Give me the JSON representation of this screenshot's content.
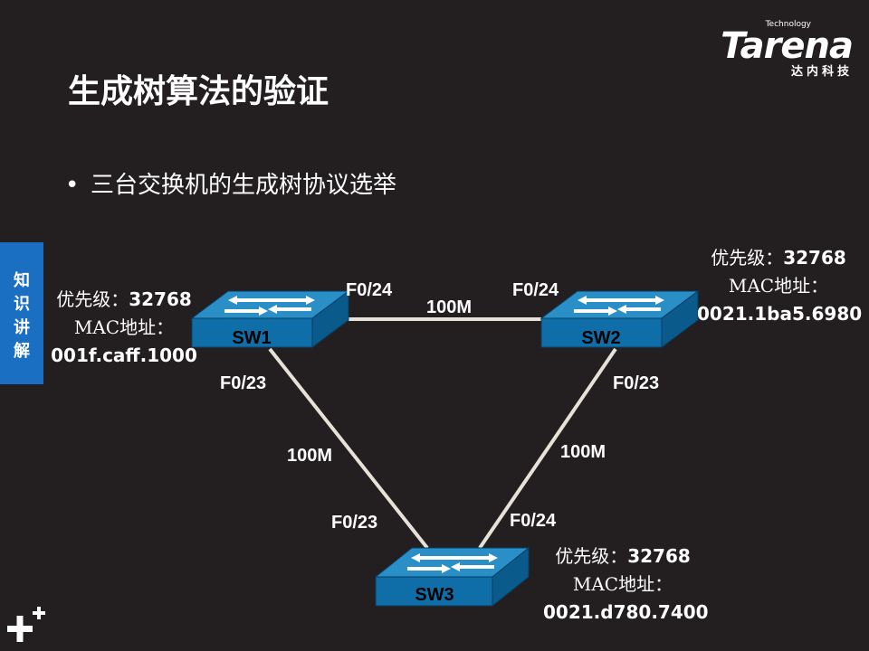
{
  "title": "生成树算法的验证",
  "bullet": "三台交换机的生成树协议选举",
  "side_tab": "知识讲解",
  "logo": {
    "brand": "Tarena",
    "tagline": "Technology",
    "cn": "达内科技"
  },
  "switches": {
    "sw1": {
      "name": "SW1",
      "priority_label": "优先级：",
      "priority": "32768",
      "mac_label": "MAC地址：",
      "mac": "001f.caff.1000"
    },
    "sw2": {
      "name": "SW2",
      "priority_label": "优先级：",
      "priority": "32768",
      "mac_label": "MAC地址：",
      "mac": "0021.1ba5.6980"
    },
    "sw3": {
      "name": "SW3",
      "priority_label": "优先级：",
      "priority": "32768",
      "mac_label": "MAC地址：",
      "mac": "0021.d780.7400"
    }
  },
  "links": {
    "sw1_sw2": {
      "speed": "100M",
      "port_a": "F0/24",
      "port_b": "F0/24"
    },
    "sw1_sw3": {
      "speed": "100M",
      "port_a": "F0/23",
      "port_b": "F0/23"
    },
    "sw2_sw3": {
      "speed": "100M",
      "port_a": "F0/23",
      "port_b": "F0/24"
    }
  },
  "colors": {
    "background": "#231f20",
    "switch_top": "#2a8fc7",
    "switch_front": "#0f6ea8",
    "side_tab": "#1b6fc2",
    "link": "#e6e2d8"
  }
}
